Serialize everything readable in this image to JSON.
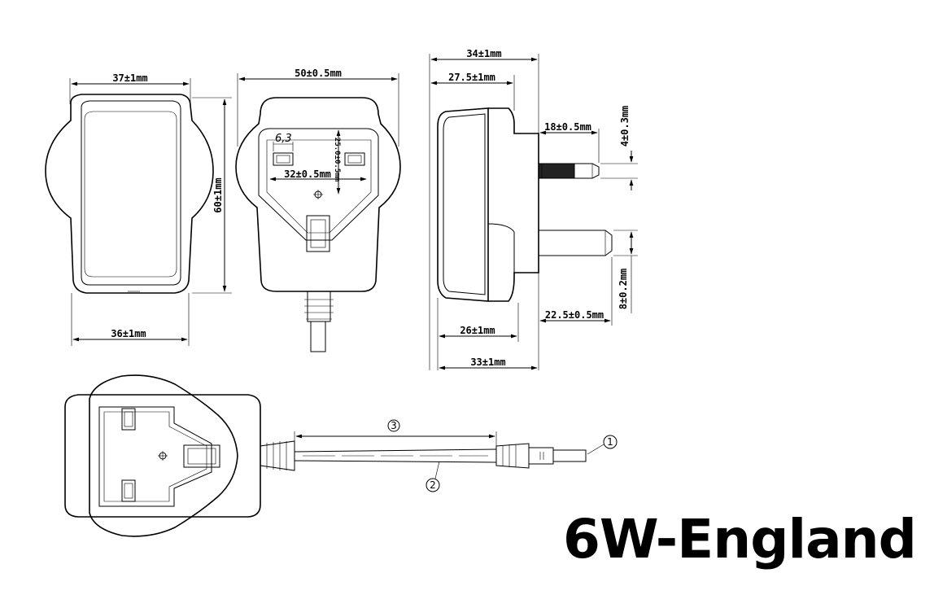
{
  "front_view": {
    "dim_top": "37±1mm",
    "dim_height": "60±1mm",
    "dim_bottom": "36±1mm"
  },
  "back_view": {
    "dim_width": "50±0.5mm",
    "dim_pin_width": "6,3",
    "dim_pin_span": "32±0.5mm",
    "dim_pin_vertical": "25.0±0.5mm"
  },
  "side_view": {
    "dim_total": "34±1mm",
    "dim_body": "27.5±1mm",
    "dim_pin_length": "18±0.5mm",
    "dim_pin_thickness": "4±0.3mm",
    "dim_earth_dia": "8±0.2mm",
    "dim_earth_length": "22.5±0.5mm",
    "dim_base": "26±1mm",
    "dim_base_total": "33±1mm"
  },
  "cable_view": {
    "callout_1": "1",
    "callout_2": "2",
    "callout_3": "3"
  },
  "model": {
    "title": "6W-England"
  }
}
